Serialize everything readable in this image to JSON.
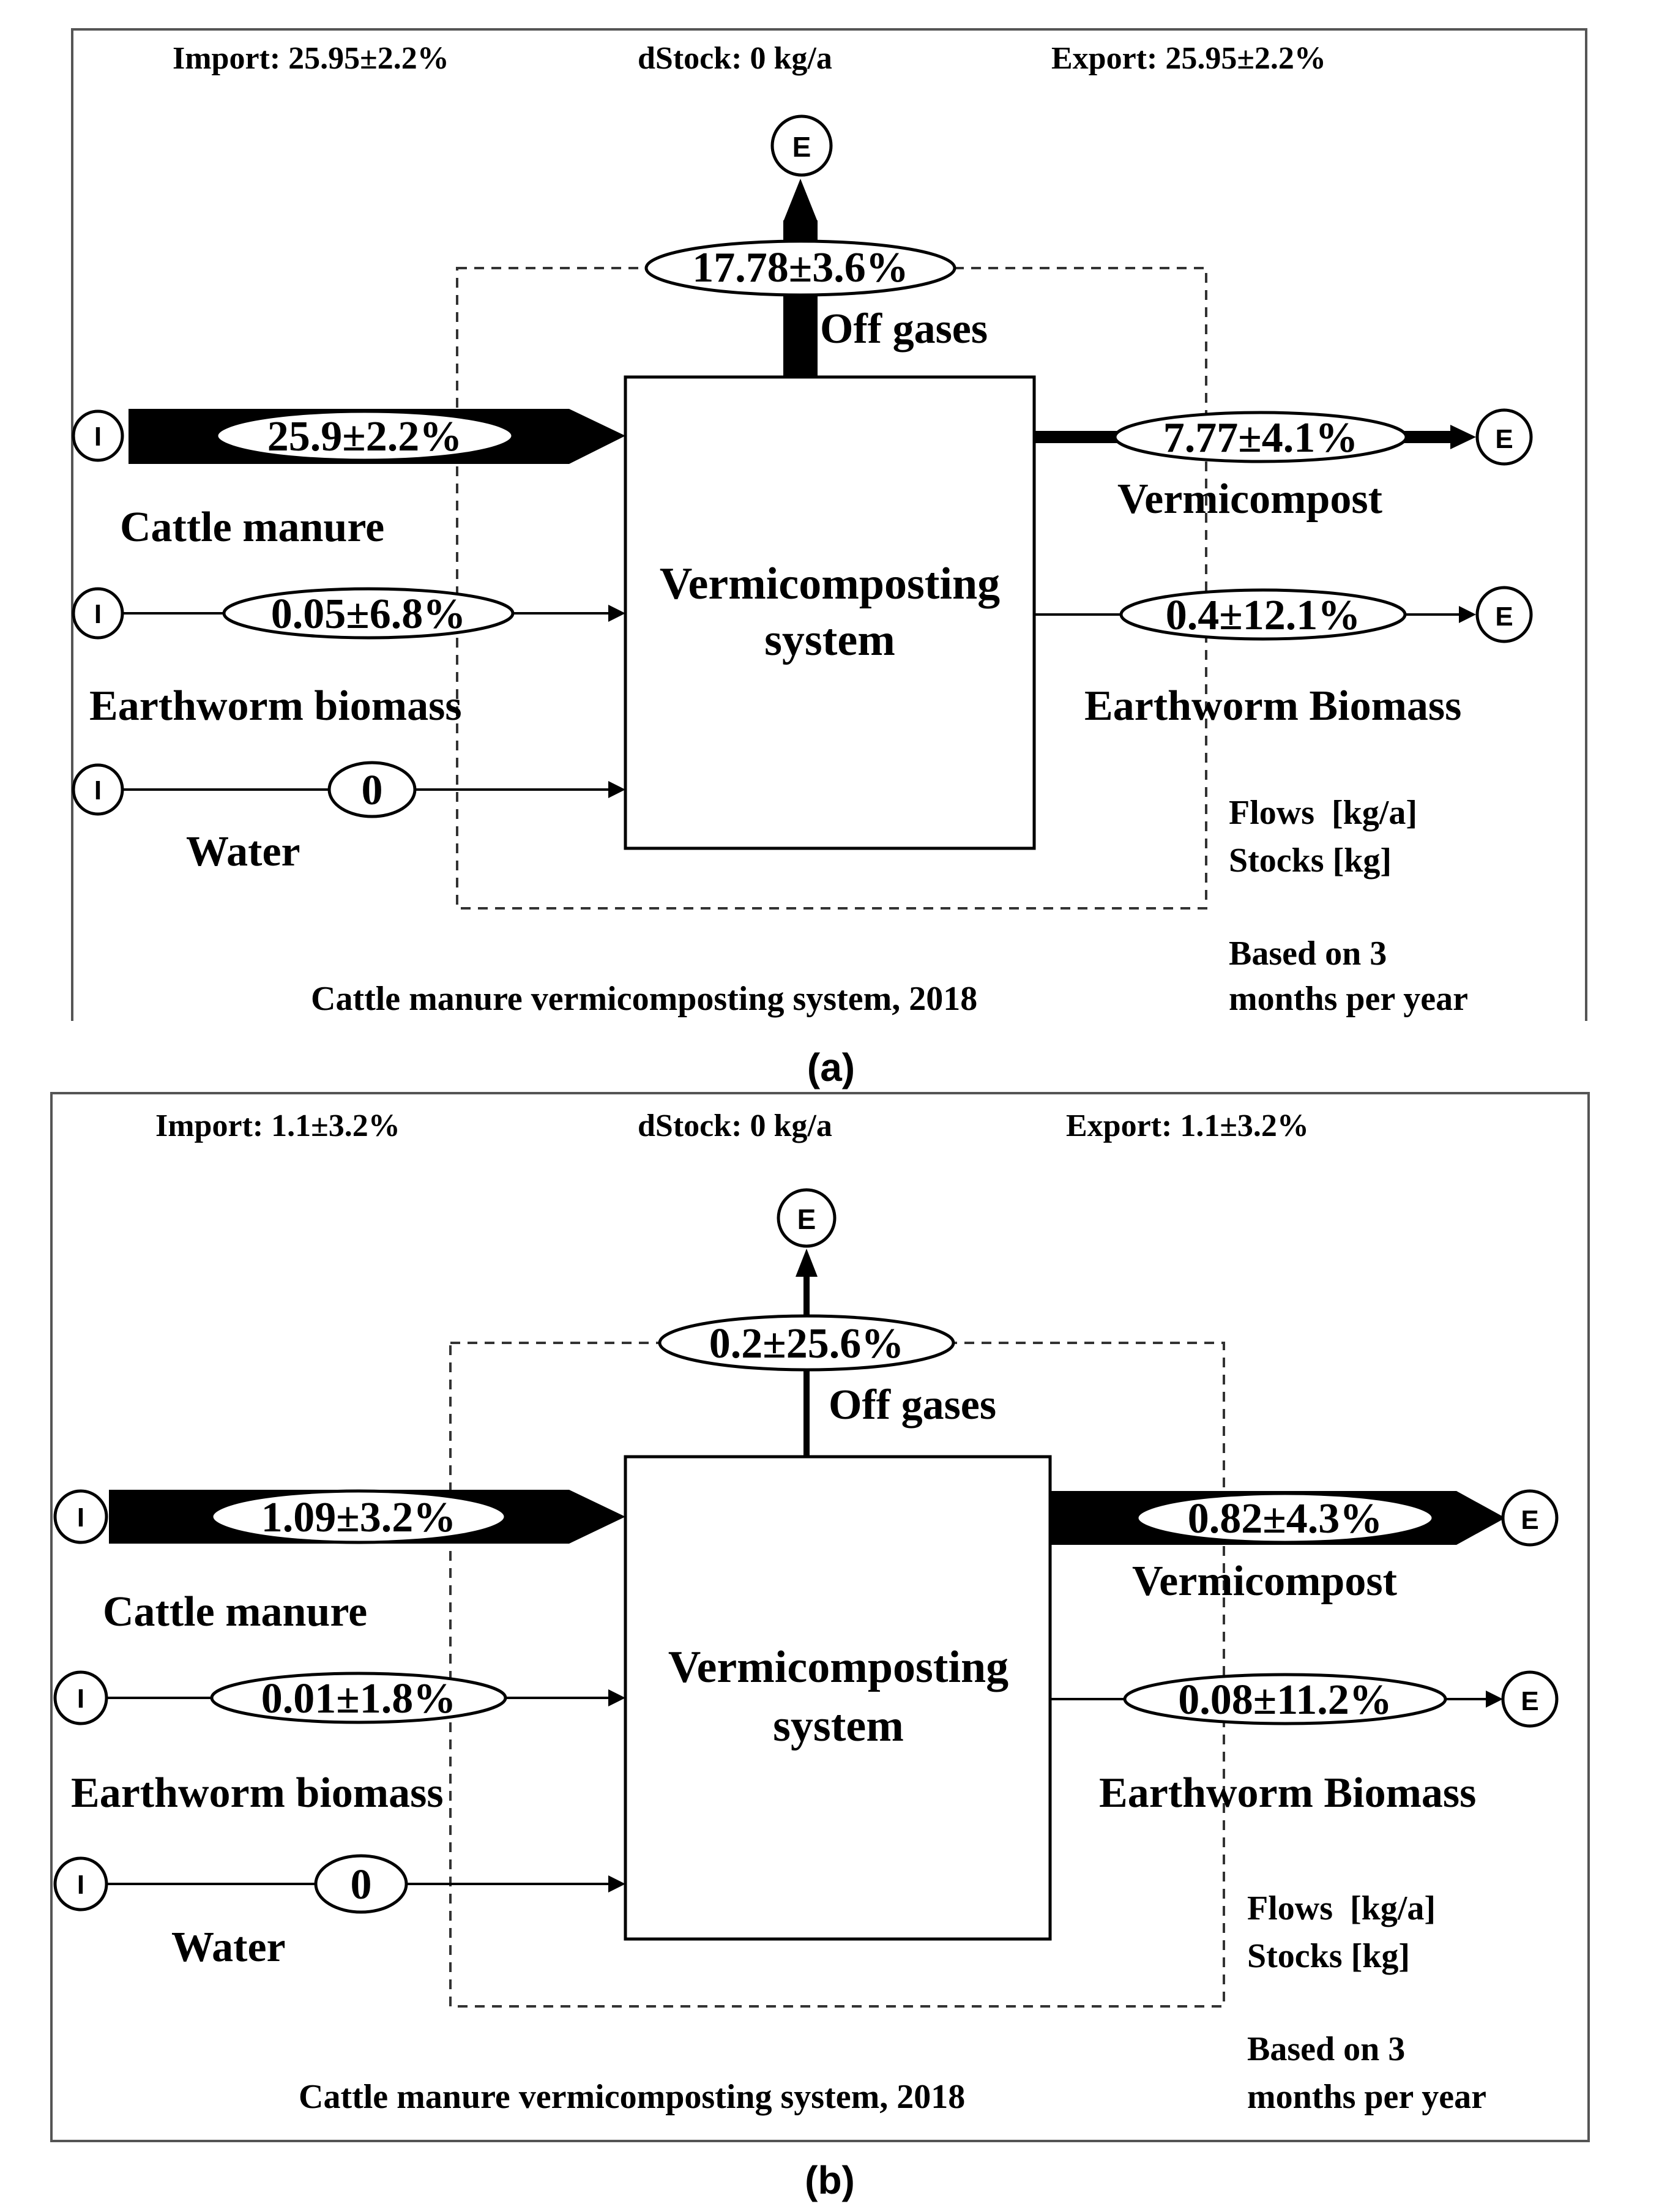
{
  "panels": [
    {
      "import_text": "Import: 25.95±2.2%",
      "dstock_text": "dStock: 0 kg/a",
      "export_text": "Export: 25.95±2.2%",
      "process_label_line1": "Vermicomposting",
      "process_label_line2": "system",
      "off_gases": {
        "value": "17.78±3.6%",
        "label": "Off gases"
      },
      "inputs": [
        {
          "value": "25.9±2.2%",
          "label": "Cattle manure"
        },
        {
          "value": "0.05±6.8%",
          "label": "Earthworm biomass"
        },
        {
          "value": "0",
          "label": "Water"
        }
      ],
      "outputs": [
        {
          "value": "7.77±4.1%",
          "label": "Vermicompost"
        },
        {
          "value": "0.4±12.1%",
          "label": "Earthworm Biomass"
        }
      ],
      "units_line1": "Flows  [kg/a]",
      "units_line2": "Stocks [kg]",
      "note_line1": "Based on 3",
      "note_line2": "months per year",
      "system_title": "Cattle manure vermicomposting system, 2018",
      "import_marker": "I",
      "export_marker": "E",
      "caption": "(a)"
    },
    {
      "import_text": "Import: 1.1±3.2%",
      "dstock_text": "dStock: 0 kg/a",
      "export_text": "Export: 1.1±3.2%",
      "process_label_line1": "Vermicomposting",
      "process_label_line2": "system",
      "off_gases": {
        "value": "0.2±25.6%",
        "label": "Off gases"
      },
      "inputs": [
        {
          "value": "1.09±3.2%",
          "label": "Cattle manure"
        },
        {
          "value": "0.01±1.8%",
          "label": "Earthworm biomass"
        },
        {
          "value": "0",
          "label": "Water"
        }
      ],
      "outputs": [
        {
          "value": "0.82±4.3%",
          "label": "Vermicompost"
        },
        {
          "value": "0.08±11.2%",
          "label": "Earthworm Biomass"
        }
      ],
      "units_line1": "Flows  [kg/a]",
      "units_line2": "Stocks [kg]",
      "note_line1": "Based on 3",
      "note_line2": "months per year",
      "system_title": "Cattle manure vermicomposting system, 2018",
      "import_marker": "I",
      "export_marker": "E",
      "caption": "(b)"
    }
  ]
}
